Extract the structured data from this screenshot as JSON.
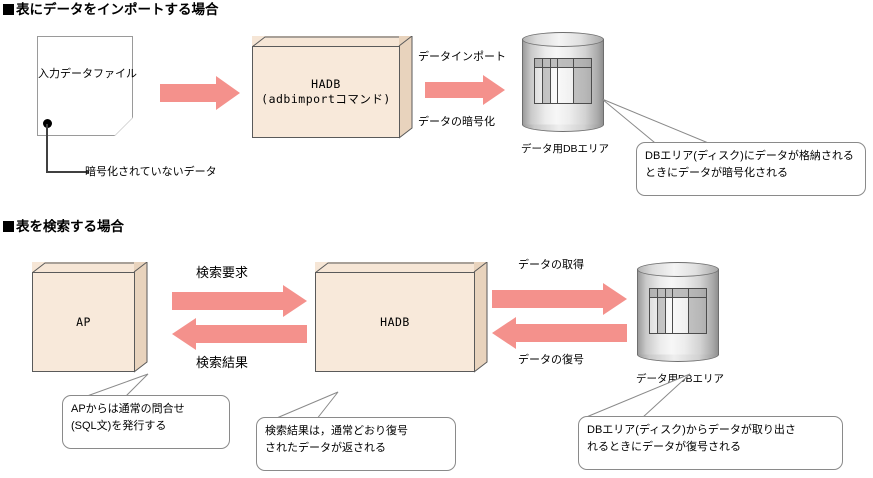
{
  "sections": [
    {
      "heading": "表にデータをインポートする場合",
      "file_shape": {
        "label": "入力データファイル"
      },
      "file_note": "暗号化されていないデータ",
      "process_box": {
        "line1": "HADB",
        "line2": "(adbimportコマンド)"
      },
      "arrow_top_label": "データインポート",
      "arrow_bottom_label": "データの暗号化",
      "storage": {
        "label": "データ用DBエリア"
      },
      "callout": {
        "line1": "DBエリア(ディスク)にデータが格納される",
        "line2": "ときにデータが暗号化される"
      }
    },
    {
      "heading": "表を検索する場合",
      "ap_box": {
        "label": "AP"
      },
      "hadb_box": {
        "label": "HADB"
      },
      "storage": {
        "label": "データ用DBエリア"
      },
      "arrow_left_top_label": "検索要求",
      "arrow_left_bottom_label": "検索結果",
      "arrow_right_top_label": "データの取得",
      "arrow_right_bottom_label": "データの復号",
      "callout_ap": {
        "line1": "APからは通常の問合せ",
        "line2": "(SQL文)を発行する"
      },
      "callout_result": {
        "line1": "検索結果は，通常どおり復号",
        "line2": "されたデータが返される"
      },
      "callout_db": {
        "line1": "DBエリア(ディスク)からデータが取り出さ",
        "line2": "れるときにデータが復号される"
      }
    }
  ],
  "colors": {
    "arrow_fill": "#f4918c",
    "box_face": "#f8e9da",
    "box_side": "#e8d3bd",
    "outline": "#5a5a5a"
  }
}
